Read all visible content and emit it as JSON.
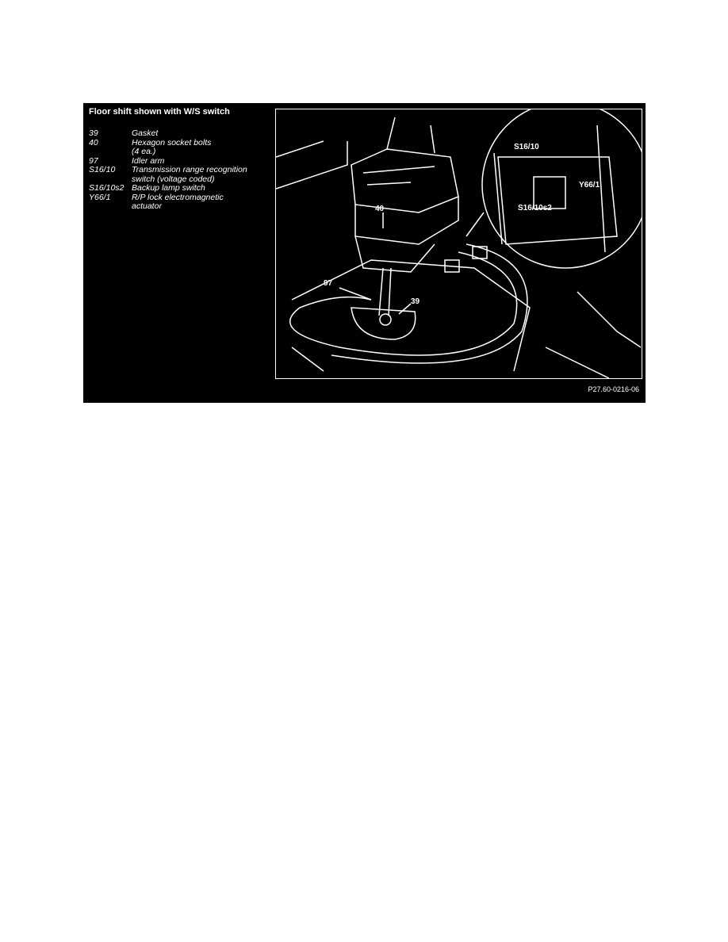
{
  "figure": {
    "title": "Floor shift shown with W/S switch",
    "legend": [
      {
        "code": "39",
        "desc": "Gasket"
      },
      {
        "code": "40",
        "desc": "Hexagon socket bolts (4 ea.)"
      },
      {
        "code": "97",
        "desc": "Idler arm"
      },
      {
        "code": "S16/10",
        "desc": "Transmission range recognition switch (voltage coded)"
      },
      {
        "code": "S16/10s2",
        "desc": "Backup lamp switch"
      },
      {
        "code": "Y66/1",
        "desc": "R/P lock electromagnetic actuator"
      }
    ],
    "callouts": {
      "c40": "40",
      "c97": "97",
      "c39": "39",
      "s1610": "S16/10",
      "y661": "Y66/1",
      "s1610s2": "S16/10s2"
    },
    "figure_id": "P27.60-0216-06"
  }
}
